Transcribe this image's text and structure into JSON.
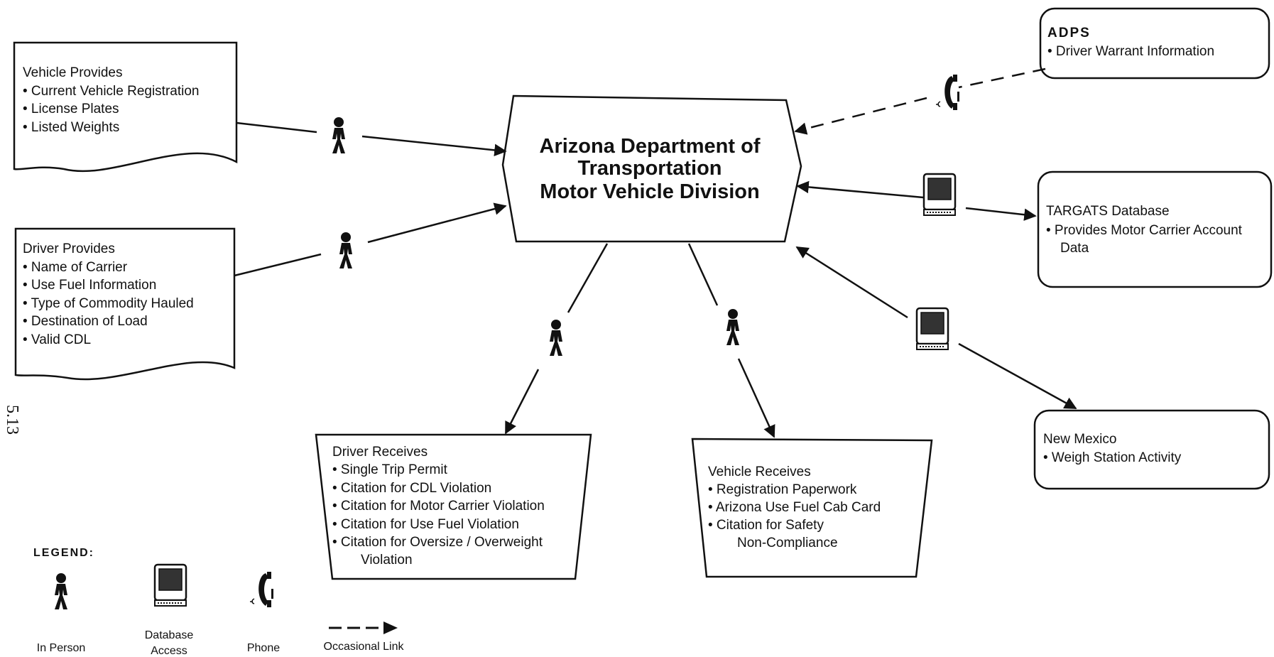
{
  "center": {
    "line1": "Arizona Department of",
    "line2": "Transportation",
    "line3": "Motor Vehicle Division"
  },
  "vehicle_provides": {
    "heading": "Vehicle Provides",
    "items": [
      "• Current Vehicle Registration",
      "• License Plates",
      "• Listed Weights"
    ]
  },
  "driver_provides": {
    "heading": "Driver Provides",
    "items": [
      "• Name of Carrier",
      "• Use Fuel Information",
      "• Type of Commodity Hauled",
      "• Destination of Load",
      "• Valid CDL"
    ]
  },
  "driver_receives": {
    "heading": "Driver Receives",
    "items": [
      "• Single Trip Permit",
      "• Citation for CDL Violation",
      "• Citation for Motor Carrier Violation",
      "• Citation for Use Fuel Violation",
      "• Citation for Oversize / Overweight",
      "Violation"
    ]
  },
  "vehicle_receives": {
    "heading": "Vehicle Receives",
    "items": [
      "• Registration Paperwork",
      "• Arizona Use Fuel Cab Card",
      "• Citation for Safety",
      "Non-Compliance"
    ]
  },
  "adps": {
    "heading": "ADPS",
    "items": [
      "• Driver Warrant Information"
    ]
  },
  "targats": {
    "heading": "TARGATS Database",
    "items": [
      "• Provides Motor Carrier Account",
      "Data"
    ]
  },
  "new_mexico": {
    "heading": "New Mexico",
    "items": [
      "• Weigh Station Activity"
    ]
  },
  "page_number": "5.13",
  "legend": {
    "title": "LEGEND:",
    "in_person": "In Person",
    "database_line1": "Database",
    "database_line2": "Access",
    "phone": "Phone",
    "occasional": "Occasional Link"
  },
  "icons": {
    "person": "person-icon",
    "computer": "computer-terminal-icon",
    "phone": "telephone-icon",
    "dashed_arrow": "dashed-arrow-icon"
  }
}
